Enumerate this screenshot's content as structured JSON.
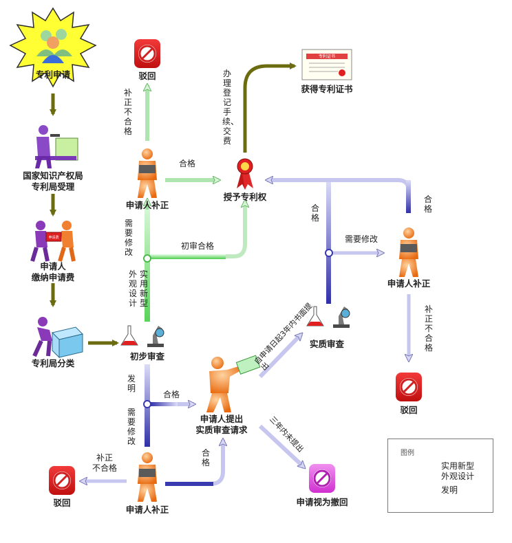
{
  "nodes": {
    "apply": "专利申请",
    "receive_l1": "国家知识产权局",
    "receive_l2": "专利局受理",
    "fee_l1": "申请人",
    "fee_l2": "缴纳申请费",
    "fee_tag": "申请费",
    "classify": "专利局分类",
    "prelim": "初步审查",
    "reject_top": "驳回",
    "applicant_fix_top": "申请人补正",
    "grant": "授予专利权",
    "certificate": "获得专利证书",
    "substantive": "实质审查",
    "applicant_fix_right": "申请人补正",
    "reject_right": "驳回",
    "request_l1": "申请人提出",
    "request_l2": "实质审查请求",
    "withdrawn": "申请视为撤回",
    "applicant_fix_bottom": "申请人补正",
    "reject_bottom": "驳回",
    "cert_banner": "专利证书"
  },
  "edges": {
    "fix_not_ok_top": "补正不合格",
    "ok_top": "合格",
    "need_modify_left": "需要修改",
    "prelim_ok": "初审合格",
    "utility_design": "实用新型外观设计",
    "register_fee": "办理登记手续、交费",
    "ok_right_v": "合格",
    "need_modify_right": "需要修改",
    "ok_right_arrow": "合格",
    "fix_not_ok_right": "补正不合格",
    "invention": "发明",
    "ok_prelim": "合格",
    "need_modify_bottom": "需要修改",
    "fix_not_ok_bottom_l1": "补正",
    "fix_not_ok_bottom_l2": "不合格",
    "ok_bottom": "合格",
    "within_3y": "自申请日起3年内书面提出",
    "not_3y": "三年内未提出"
  },
  "legend": {
    "title": "图例",
    "utility_l1": "实用新型",
    "utility_l2": "外观设计",
    "invention": "发明"
  },
  "colors": {
    "olive": "#6b6b10",
    "green": "#58d258",
    "blue": "#3a3ab0",
    "lavender": "#b8b8e8",
    "orange": "#f07c1e",
    "red": "#d81820",
    "magenta": "#e050e0",
    "yellow": "#ffff33"
  },
  "icons": {
    "apply": "people-burst-icon",
    "receive": "office-desk-person-icon",
    "fee": "handover-fee-icon",
    "classify": "packing-box-icon",
    "lab": "lab-flask-microscope-icon",
    "reject": "reject-stamp-icon",
    "grant": "award-ribbon-icon",
    "certificate": "certificate-icon",
    "applicant": "person-with-books-icon",
    "withdrawn": "withdrawn-stamp-icon"
  }
}
